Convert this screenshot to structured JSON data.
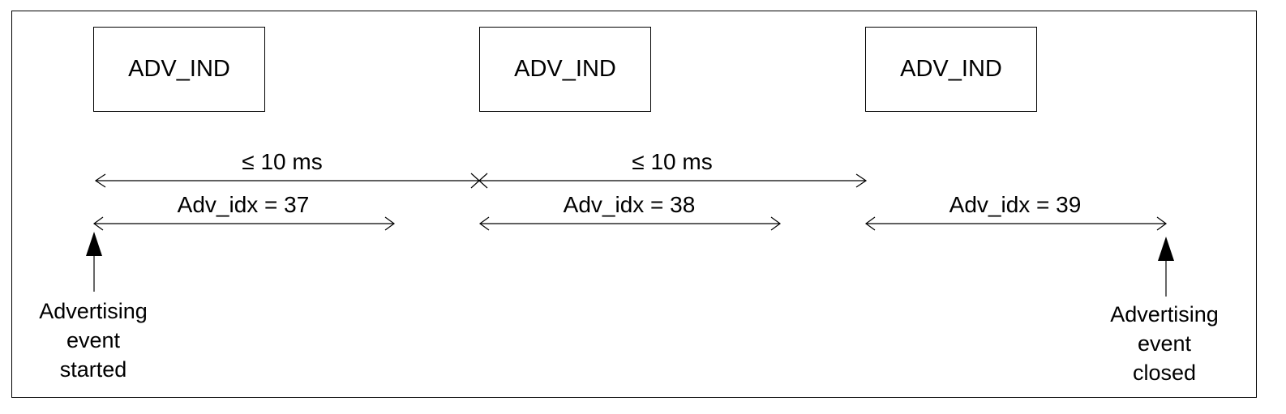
{
  "pdu_boxes": [
    {
      "label": "ADV_IND"
    },
    {
      "label": "ADV_IND"
    },
    {
      "label": "ADV_IND"
    }
  ],
  "interval_labels": [
    "≤ 10 ms",
    "≤ 10 ms"
  ],
  "index_labels": [
    "Adv_idx = 37",
    "Adv_idx = 38",
    "Adv_idx = 39"
  ],
  "start_note": {
    "lines": [
      "Advertising",
      "event",
      "started"
    ]
  },
  "end_note": {
    "lines": [
      "Advertising",
      "event",
      "closed"
    ]
  },
  "colors": {
    "line": "#000000",
    "background": "#ffffff"
  }
}
